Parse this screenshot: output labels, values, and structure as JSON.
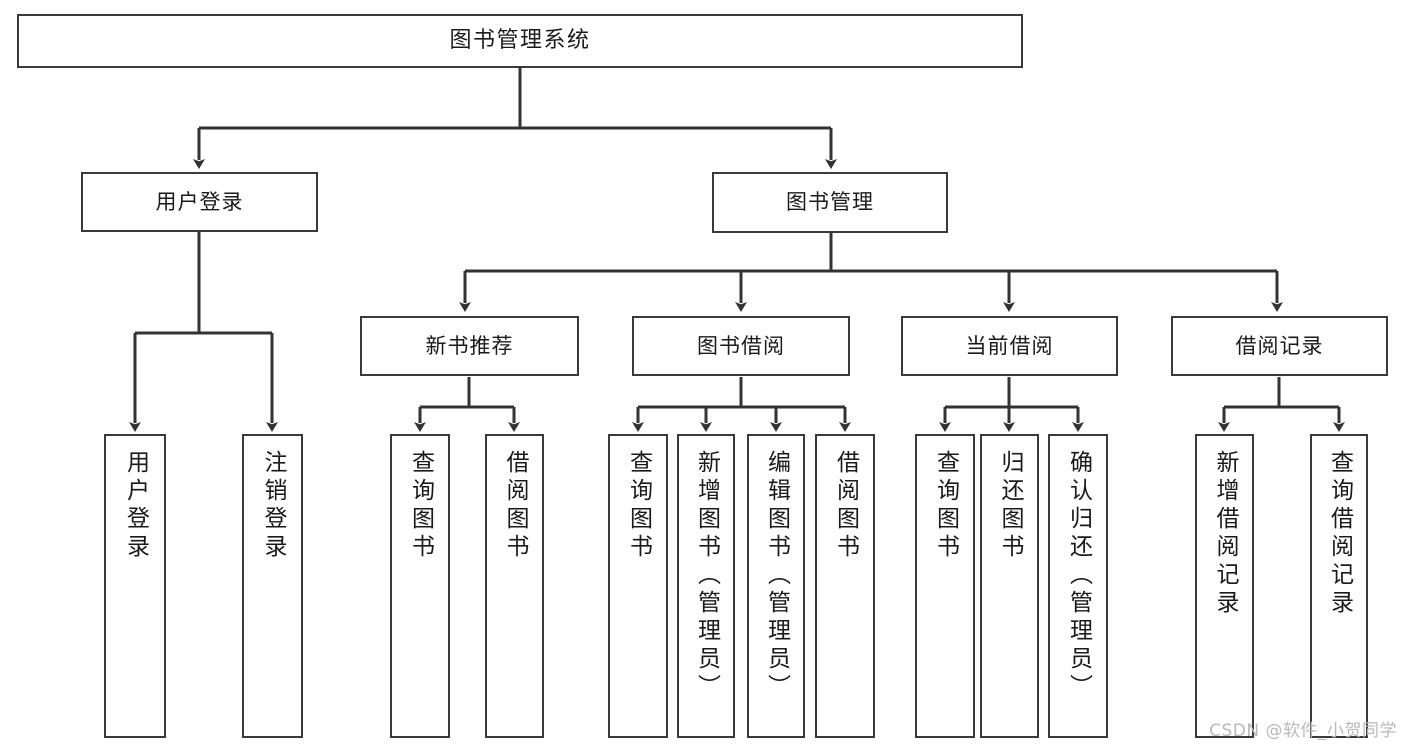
{
  "diagram": {
    "type": "tree",
    "title": "图书管理系统",
    "watermark": "CSDN @软件_小贺同学",
    "colors": {
      "background": "#ffffff",
      "node_border": "#3a3a3a",
      "node_fill": "#ffffff",
      "connector": "#333333",
      "text": "#1a1a1a",
      "watermark": "#b9b9b9"
    },
    "root": {
      "label": "图书管理系统"
    },
    "level1": [
      {
        "label": "用户登录"
      },
      {
        "label": "图书管理"
      }
    ],
    "level2": [
      {
        "label": "新书推荐"
      },
      {
        "label": "图书借阅"
      },
      {
        "label": "当前借阅"
      },
      {
        "label": "借阅记录"
      }
    ],
    "leaves": {
      "user_login": [
        {
          "label": "用户登录"
        },
        {
          "label": "注销登录"
        }
      ],
      "new_book_recommend": [
        {
          "label": "查询图书"
        },
        {
          "label": "借阅图书"
        }
      ],
      "book_borrow": [
        {
          "label": "查询图书"
        },
        {
          "label": "新增图书（管理员）"
        },
        {
          "label": "编辑图书（管理员）"
        },
        {
          "label": "借阅图书"
        }
      ],
      "current_borrow": [
        {
          "label": "查询图书"
        },
        {
          "label": "归还图书"
        },
        {
          "label": "确认归还（管理员）"
        }
      ],
      "borrow_record": [
        {
          "label": "新增借阅记录"
        },
        {
          "label": "查询借阅记录"
        }
      ]
    }
  }
}
